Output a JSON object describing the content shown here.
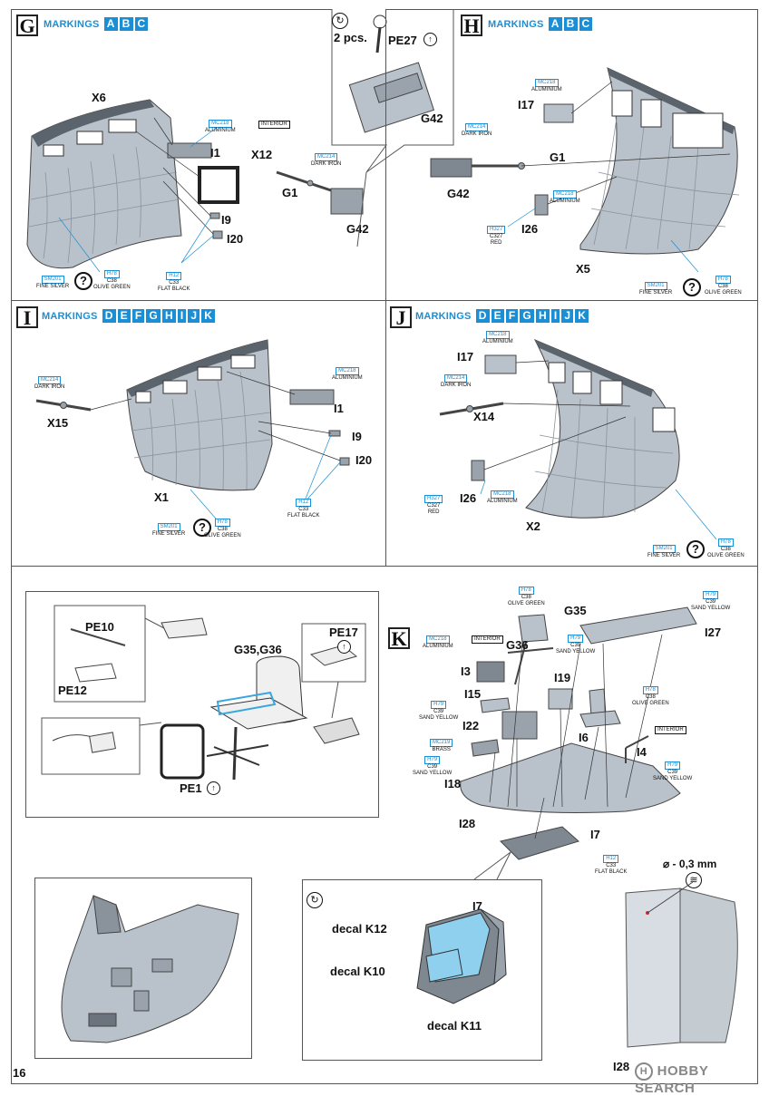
{
  "step_g": {
    "label": "G",
    "markings_title": "MARKINGS",
    "markings": [
      "A",
      "B",
      "C"
    ],
    "parts": [
      "X6",
      "I1",
      "X12",
      "G1",
      "I9",
      "I20",
      "G42"
    ],
    "paint_mc218": {
      "code": "MC218",
      "name": "ALUMINIUM"
    },
    "paint_interior": {
      "code": "INTERIOR"
    },
    "paint_mc214": {
      "code": "MC214",
      "name": "DARK IRON"
    },
    "paint_h12": {
      "code": "H12",
      "alt": "C33",
      "name": "FLAT BLACK"
    },
    "paint_sm201": {
      "code": "SM201",
      "name": "FINE SILVER"
    },
    "paint_h78": {
      "code": "H78",
      "alt": "C38",
      "name": "OLIVE GREEN"
    },
    "question": "?"
  },
  "inset_top": {
    "qty": "2 pcs.",
    "parts": [
      "PE27",
      "G42"
    ]
  },
  "step_h": {
    "label": "H",
    "markings_title": "MARKINGS",
    "markings": [
      "A",
      "B",
      "C"
    ],
    "parts": [
      "I17",
      "G1",
      "G42",
      "I26",
      "X5"
    ],
    "paint_mc218a": {
      "code": "MC218",
      "name": "ALUMINIUM"
    },
    "paint_mc214": {
      "code": "MC214",
      "name": "DARK IRON"
    },
    "paint_mc218b": {
      "code": "MC218",
      "name": "ALUMINIUM"
    },
    "paint_h327": {
      "code": "H327",
      "alt": "C327",
      "name": "RED"
    },
    "paint_sm201": {
      "code": "SM201",
      "name": "FINE SILVER"
    },
    "paint_h78": {
      "code": "H78",
      "alt": "C38",
      "name": "OLIVE GREEN"
    },
    "question": "?"
  },
  "step_i": {
    "label": "I",
    "markings_title": "MARKINGS",
    "markings": [
      "D",
      "E",
      "F",
      "G",
      "H",
      "I",
      "J",
      "K"
    ],
    "parts": [
      "X15",
      "I1",
      "I9",
      "I20",
      "X1"
    ],
    "paint_mc214": {
      "code": "MC214",
      "name": "DARK IRON"
    },
    "paint_mc218": {
      "code": "MC218",
      "name": "ALUMINIUM"
    },
    "paint_h12": {
      "code": "H12",
      "alt": "C33",
      "name": "FLAT BLACK"
    },
    "paint_sm201": {
      "code": "SM201",
      "name": "FINE SILVER"
    },
    "paint_h78": {
      "code": "H78",
      "alt": "C38",
      "name": "OLIVE GREEN"
    },
    "question": "?"
  },
  "step_j": {
    "label": "J",
    "markings_title": "MARKINGS",
    "markings": [
      "D",
      "E",
      "F",
      "G",
      "H",
      "I",
      "J",
      "K"
    ],
    "parts": [
      "I17",
      "X14",
      "I26",
      "X2"
    ],
    "paint_mc218a": {
      "code": "MC218",
      "name": "ALUMINIUM"
    },
    "paint_mc214": {
      "code": "MC214",
      "name": "DARK IRON"
    },
    "paint_h327": {
      "code": "H327",
      "alt": "C327",
      "name": "RED"
    },
    "paint_mc218b": {
      "code": "MC218",
      "name": "ALUMINIUM"
    },
    "paint_sm201": {
      "code": "SM201",
      "name": "FINE SILVER"
    },
    "paint_h78": {
      "code": "H78",
      "alt": "C38",
      "name": "OLIVE GREEN"
    },
    "question": "?"
  },
  "inset_seat": {
    "parts": [
      "PE10",
      "PE12",
      "G35,G36",
      "PE17",
      "PE1"
    ]
  },
  "step_k": {
    "label": "K",
    "parts": [
      "G35",
      "G36",
      "I27",
      "I3",
      "I15",
      "I19",
      "I22",
      "I6",
      "I4",
      "I18",
      "I28",
      "I7"
    ],
    "paint_h78a": {
      "code": "H78",
      "alt": "C38",
      "name": "OLIVE GREEN"
    },
    "paint_h79a": {
      "code": "H79",
      "alt": "C39",
      "name": "SAND YELLOW"
    },
    "paint_mc218": {
      "code": "MC218",
      "name": "ALUMINIUM"
    },
    "paint_interior_a": {
      "code": "INTERIOR"
    },
    "paint_h79b": {
      "code": "H79",
      "alt": "C39",
      "name": "SAND YELLOW"
    },
    "paint_h79c": {
      "code": "H79",
      "alt": "C39",
      "name": "SAND YELLOW"
    },
    "paint_h78b": {
      "code": "H78",
      "alt": "C38",
      "name": "OLIVE GREEN"
    },
    "paint_interior_b": {
      "code": "INTERIOR"
    },
    "paint_mc219": {
      "code": "MC219",
      "name": "BRASS"
    },
    "paint_h79d": {
      "code": "H79",
      "alt": "C39",
      "name": "SAND YELLOW"
    },
    "paint_h79e": {
      "code": "H79",
      "alt": "C39",
      "name": "SAND YELLOW"
    },
    "paint_h12": {
      "code": "H12",
      "alt": "C33",
      "name": "FLAT BLACK"
    }
  },
  "inset_decal": {
    "part": "I7",
    "decals": [
      "decal K12",
      "decal K10",
      "decal K11"
    ]
  },
  "drill_detail": {
    "drill": "⌀ - 0,3 mm",
    "part": "I28"
  },
  "footer": {
    "page_number": "16",
    "watermark": "HOBBY SEARCH"
  },
  "colors": {
    "accent_blue": "#1a8fd6",
    "part_gray": "#b9c2ca",
    "part_dark": "#5b646c"
  }
}
